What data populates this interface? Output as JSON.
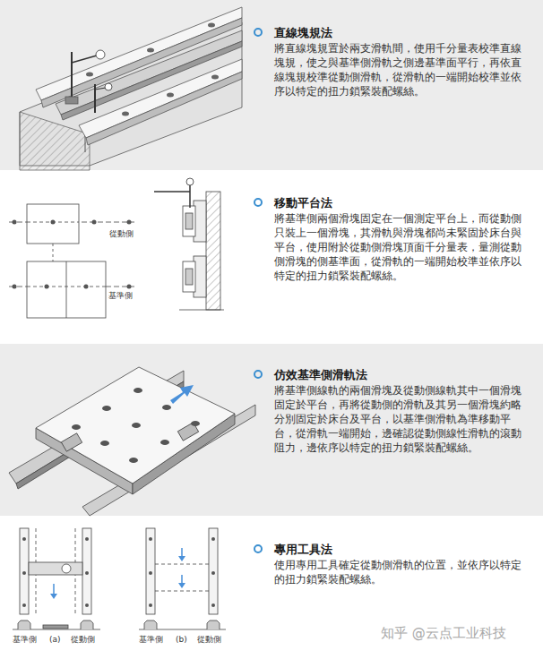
{
  "diagram": {
    "nodes": [
      {
        "text": [
          "直線塊規法",
          "將直線塊規置於兩支滑軌間，使用千分量表校準直線塊規，使之與基準側滑軌之側邊基準面平行，再依直線塊規校準從動側滑軌，從滑軌的一端開始校準並依序以特定的扭力鎖緊裝配螺絲。"
        ]
      },
      {
        "text": [
          "移動平台法",
          "將基準側兩個滑塊固定在一個測定平台上，而從動側只裝上一個滑塊，其滑軌與滑塊都尚未緊固於床台與平台，使用附於從動側滑塊頂面千分量表，量測從動側滑塊的側基準面，從滑軌的一端開始校準並依序以特定的扭力鎖緊裝配螺絲。"
        ]
      },
      {
        "text": [
          "仿效基準側滑軌法",
          "將基準側線軌的兩個滑塊及從動側線軌其中一個滑塊固定於平台，再將從動側的滑軌及其另一個滑塊約略分別固定於床台及平台，以基準側滑軌為準移動平台，從滑軌一端開始，邊確認從動側線性滑軌的滾動阻力，邊依序以特定的扭力鎖緊裝配螺絲。"
        ]
      },
      {
        "text": [
          "專用工具法",
          "使用專用工具確定從動側滑軌的位置，並依序以特定的扭力鎖緊裝配螺絲。"
        ]
      }
    ],
    "labels": [
      "從動側",
      "基準側",
      "基準側",
      "(a)",
      "從動側",
      "基準側",
      "(b)",
      "從動側",
      "知乎 @云点工业科技"
    ]
  }
}
